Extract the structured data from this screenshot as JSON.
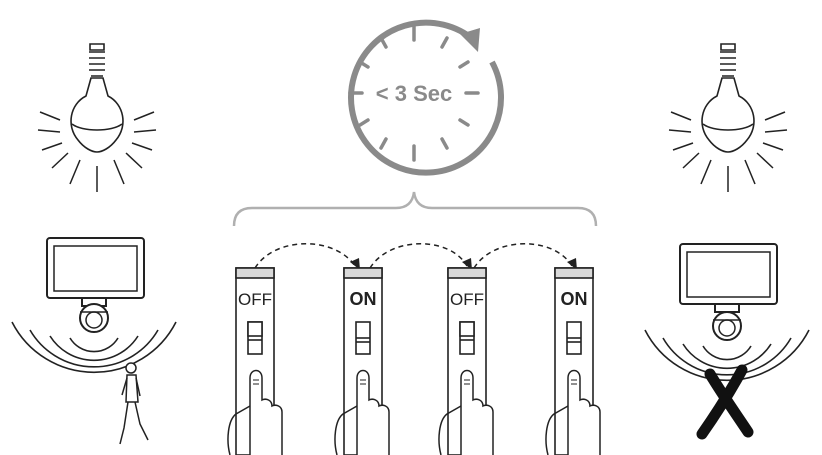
{
  "timer": {
    "label": "< 3 Sec"
  },
  "switches": [
    {
      "label": "OFF",
      "state": "off"
    },
    {
      "label": "ON",
      "state": "on"
    },
    {
      "label": "OFF",
      "state": "off"
    },
    {
      "label": "ON",
      "state": "on"
    }
  ],
  "scenes": [
    {
      "side": "left",
      "bulb": "lit",
      "sensor": "detecting",
      "person": true,
      "blocked": false
    },
    {
      "side": "right",
      "bulb": "lit",
      "sensor": "disabled",
      "person": false,
      "blocked": true
    }
  ],
  "colors": {
    "line": "#222222",
    "timer": "#8a8a8a",
    "bracket": "#b0b0b0",
    "switch_fill": "#ffffff",
    "switch_cap": "#d9d9d9",
    "cross": "#111111"
  },
  "icons": [
    "light-bulb-icon",
    "motion-sensor-light-icon",
    "walking-person-icon",
    "timer-clock-icon",
    "wall-switch-icon",
    "pointing-hand-icon",
    "cross-icon"
  ]
}
